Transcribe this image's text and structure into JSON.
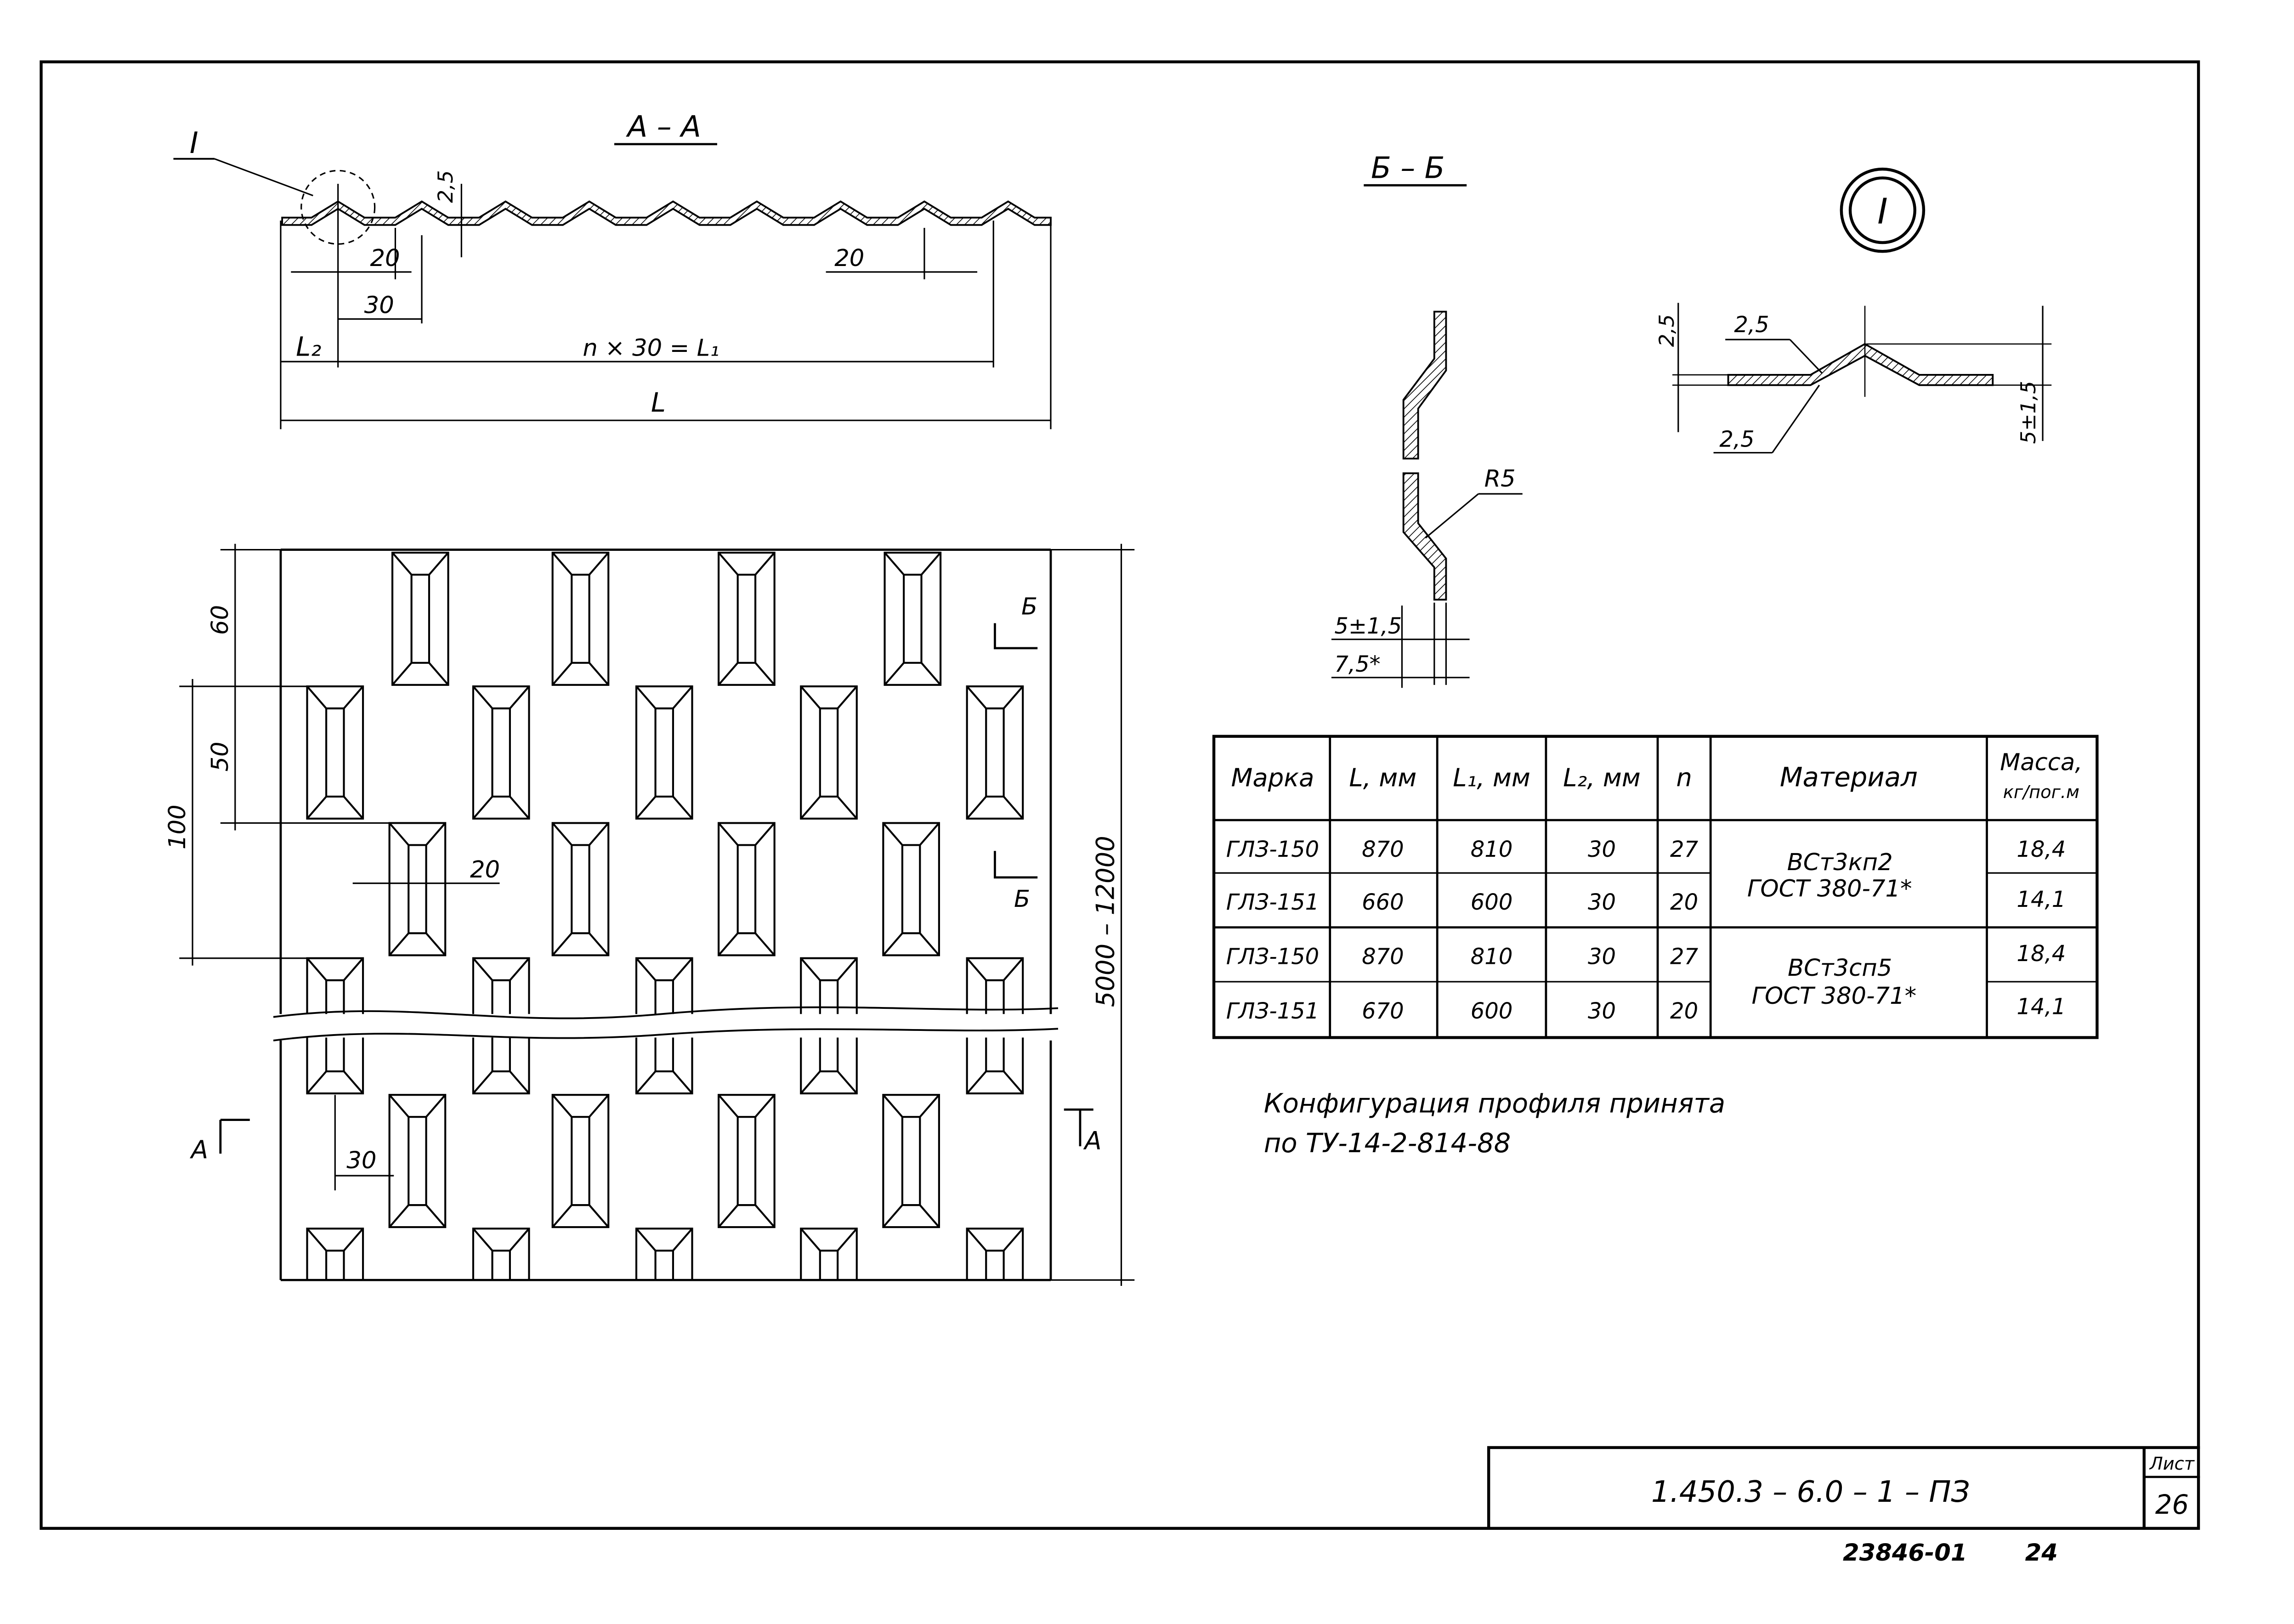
{
  "section_aa": {
    "title": "А – А",
    "callout": "I",
    "dim_height": "2,5",
    "dim_20_left": "20",
    "dim_30": "30",
    "dim_20_right": "20",
    "dim_l2": "L₂",
    "dim_n": "n × 30 = L₁",
    "dim_l": "L"
  },
  "section_bb": {
    "title": "Б – Б",
    "dim_r": "R5",
    "dim_t1": "5±1,5",
    "dim_t2": "7,5*"
  },
  "detail_i": {
    "label": "I",
    "dim_h": "2,5",
    "dim_top": "2,5",
    "dim_bottom": "2,5",
    "dim_right": "5±1,5"
  },
  "plan": {
    "dim_60": "60",
    "dim_50": "50",
    "dim_100": "100",
    "dim_20": "20",
    "dim_30": "30",
    "dim_length": "5000 – 12000",
    "mark_b_top": "Б",
    "mark_b_bottom": "Б",
    "mark_a_left": "А",
    "mark_a_right": "А"
  },
  "table": {
    "headers": [
      "Марка",
      "L, мм",
      "L₁, мм",
      "L₂, мм",
      "n",
      "Материал",
      "Масса,",
      "кг/пог.м"
    ],
    "rows": [
      {
        "mark": "ГЛЗ-150",
        "l": "870",
        "l1": "810",
        "l2": "30",
        "n": "27",
        "mass": "18,4"
      },
      {
        "mark": "ГЛЗ-151",
        "l": "660",
        "l1": "600",
        "l2": "30",
        "n": "20",
        "mass": "14,1"
      },
      {
        "mark": "ГЛЗ-150",
        "l": "870",
        "l1": "810",
        "l2": "30",
        "n": "27",
        "mass": "18,4"
      },
      {
        "mark": "ГЛЗ-151",
        "l": "670",
        "l1": "600",
        "l2": "30",
        "n": "20",
        "mass": "14,1"
      }
    ],
    "materials": [
      {
        "line1": "ВСт3кп2",
        "line2": "ГОСТ 380-71*"
      },
      {
        "line1": "ВСт3сп5",
        "line2": "ГОСТ 380-71*"
      }
    ]
  },
  "note": {
    "line1": "Конфигурация профиля принята",
    "line2": "по ТУ-14-2-814-88"
  },
  "title_block": {
    "code": "1.450.3 – 6.0 – 1 – ПЗ",
    "sheet_label": "Лист",
    "sheet_number": "26"
  },
  "footer": {
    "inventory": "23846-01",
    "page": "24"
  }
}
